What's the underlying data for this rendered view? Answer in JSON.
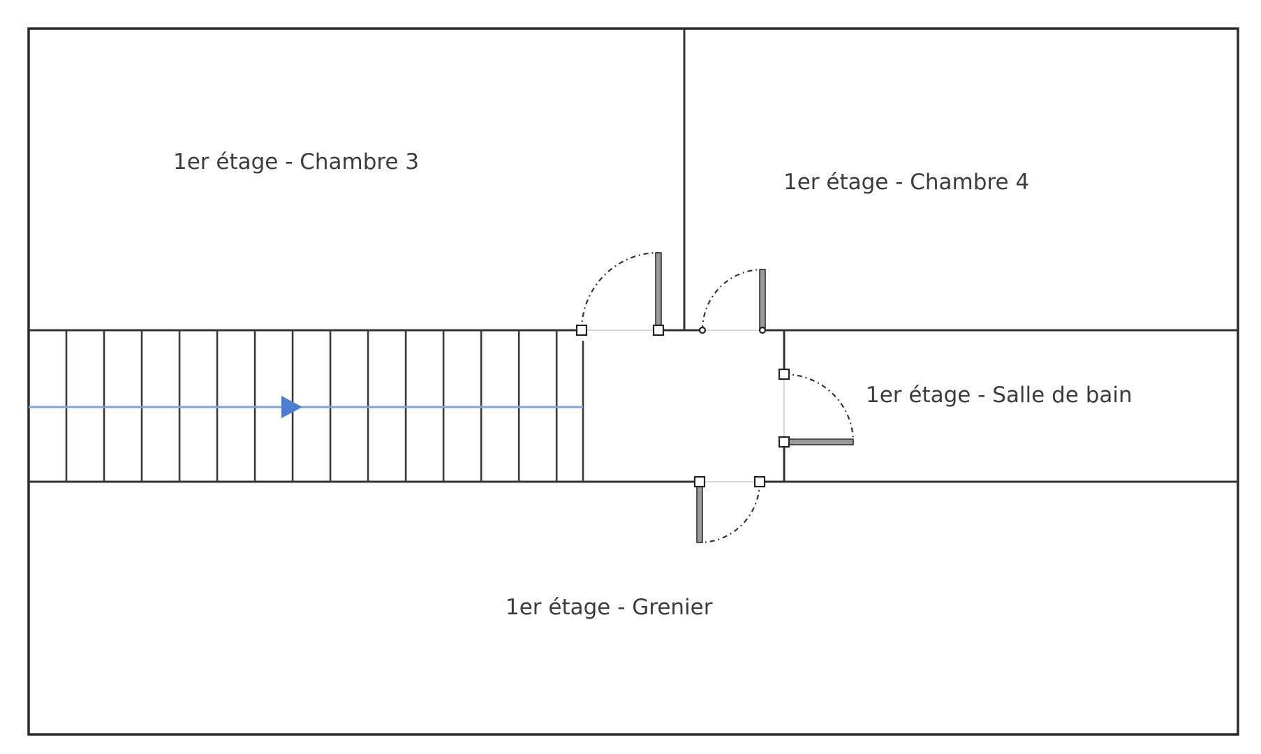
{
  "floor_plan": {
    "rooms": [
      {
        "id": "chambre-3",
        "label": "1er étage - Chambre 3"
      },
      {
        "id": "chambre-4",
        "label": "1er étage - Chambre 4"
      },
      {
        "id": "salle-de-bain",
        "label": "1er étage - Salle de bain"
      },
      {
        "id": "grenier",
        "label": "1er étage - Grenier"
      }
    ],
    "staircase": {
      "tread_count": 15,
      "direction": "right"
    },
    "doors": [
      {
        "id": "door-chambre-3"
      },
      {
        "id": "door-chambre-4"
      },
      {
        "id": "door-salle-de-bain"
      },
      {
        "id": "door-grenier"
      }
    ],
    "colors": {
      "wall": "#333333",
      "stair_path": "#7ea4de",
      "stair_arrow": "#4a7dd4",
      "label": "#3c3c3c"
    }
  }
}
